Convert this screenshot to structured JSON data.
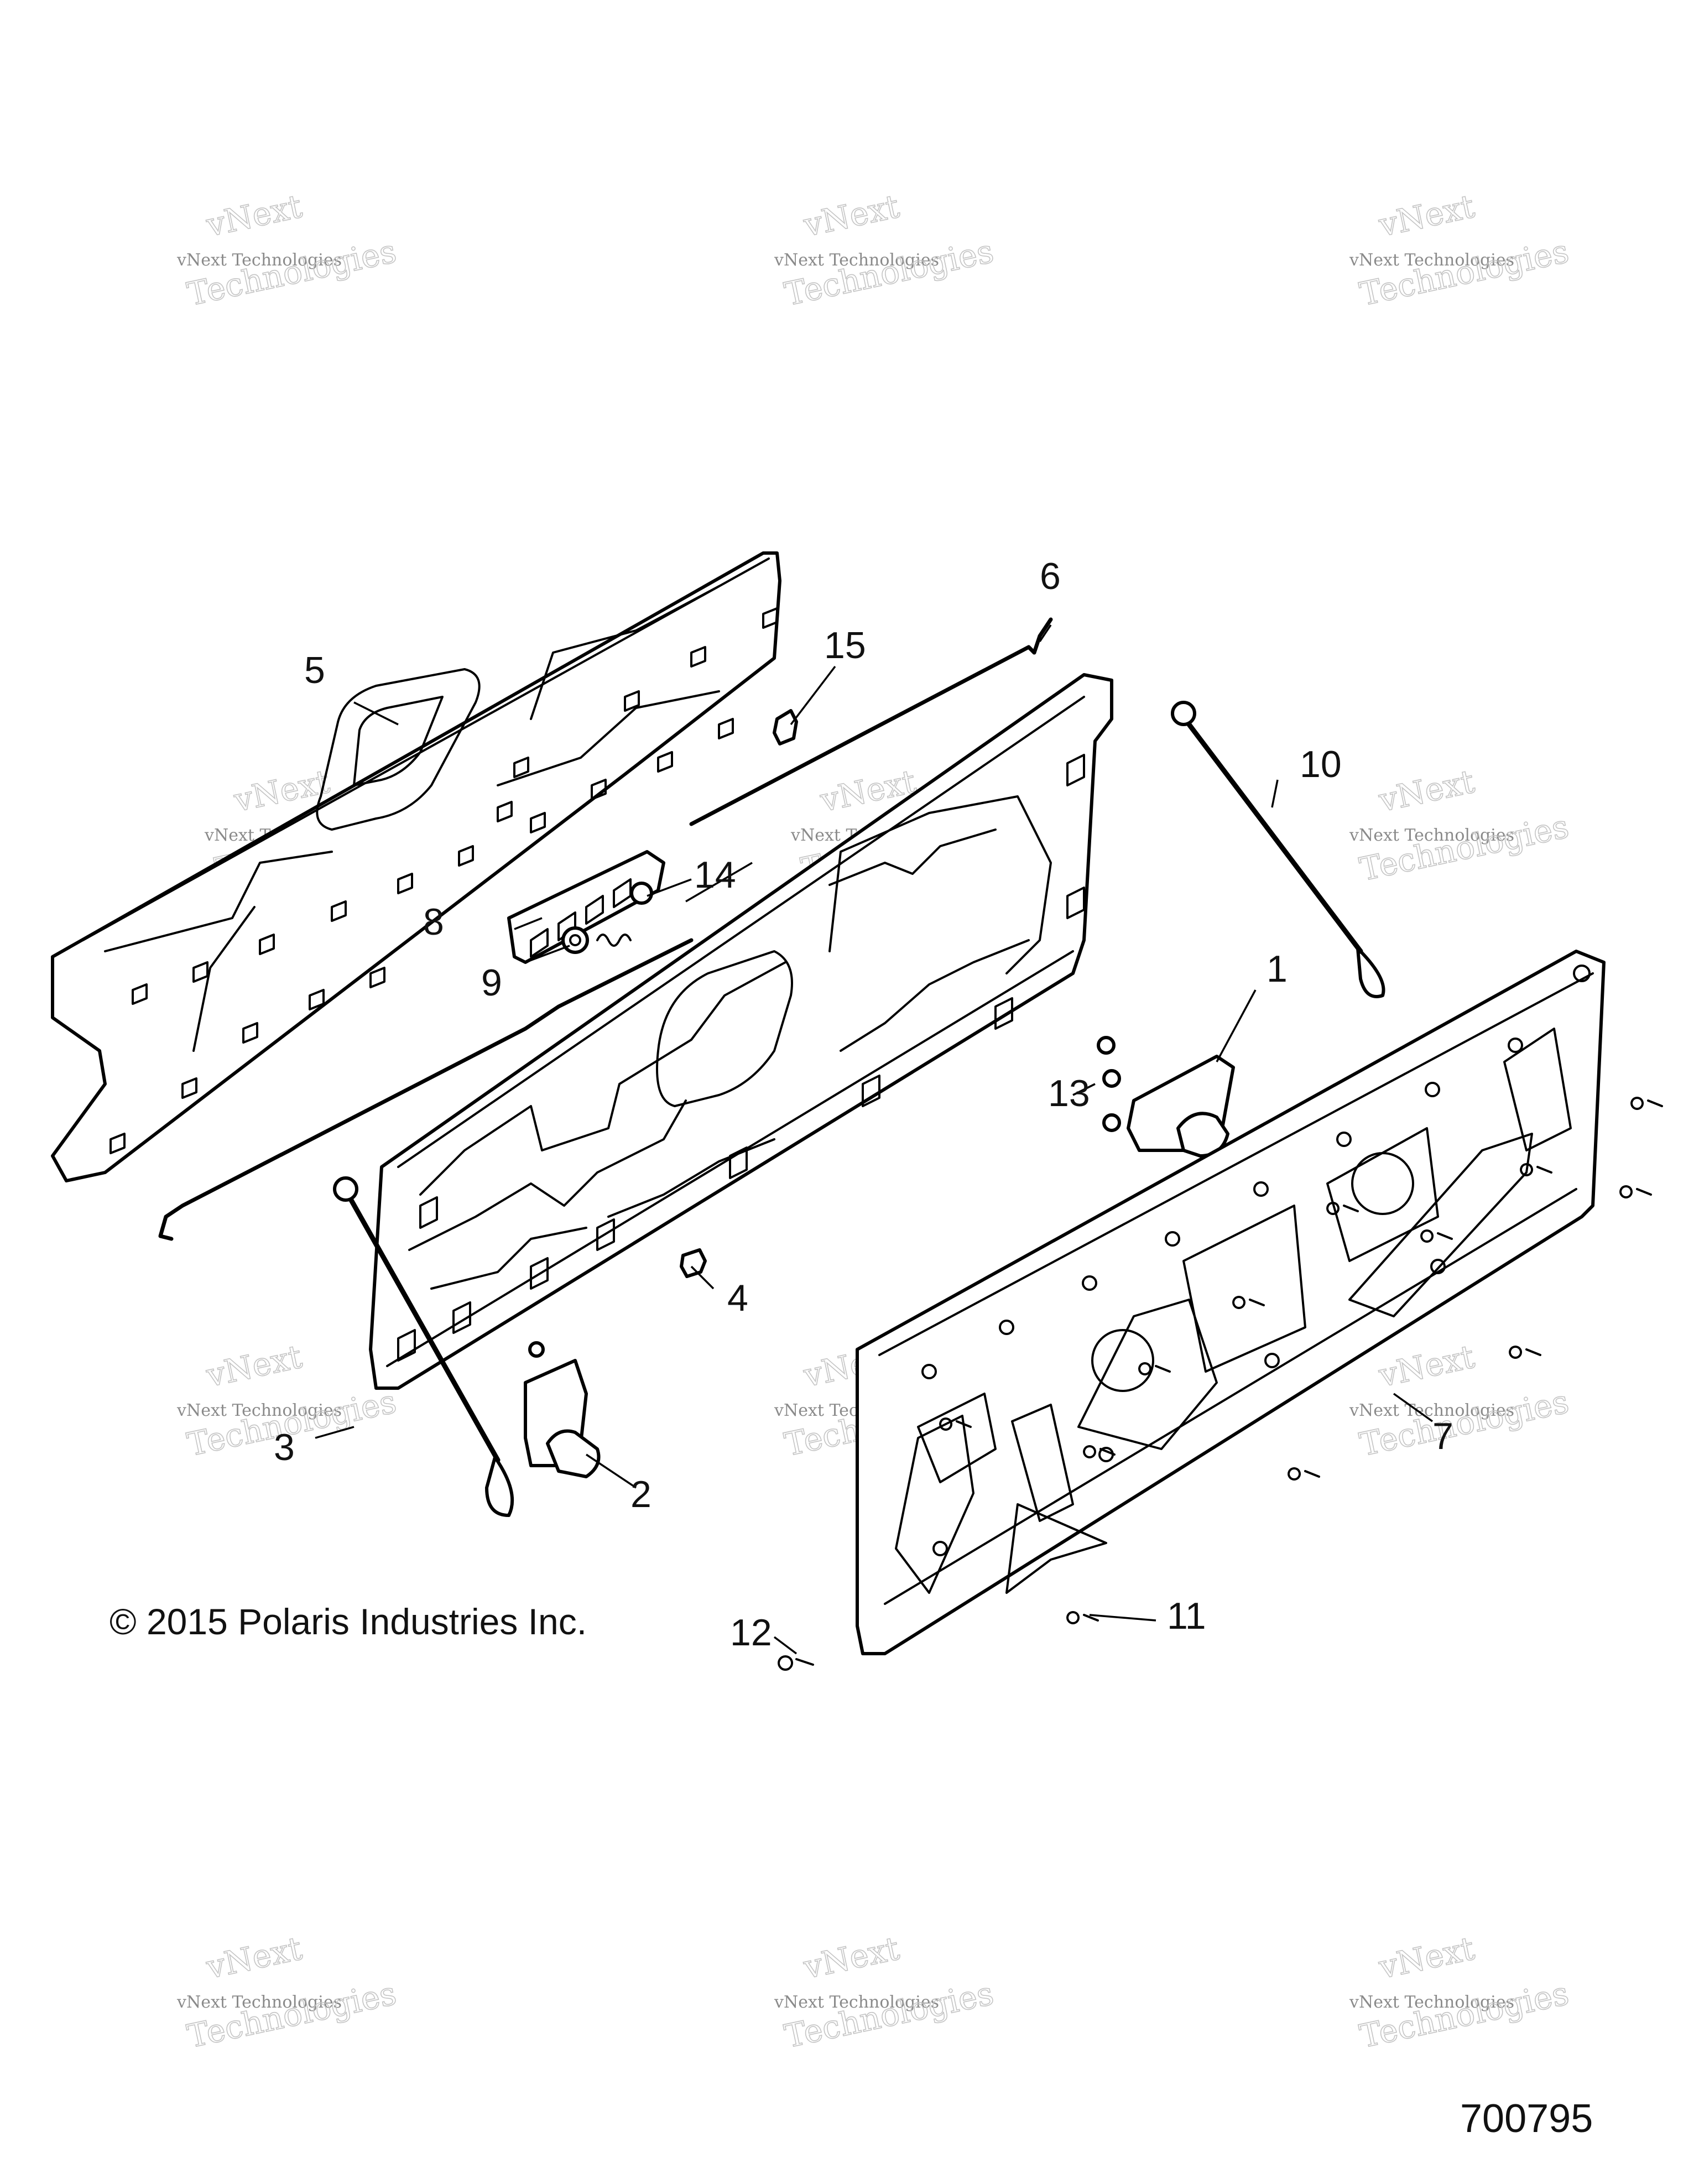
{
  "diagram": {
    "callouts": [
      {
        "id": "1",
        "label": "1"
      },
      {
        "id": "2",
        "label": "2"
      },
      {
        "id": "3",
        "label": "3"
      },
      {
        "id": "4",
        "label": "4"
      },
      {
        "id": "5",
        "label": "5"
      },
      {
        "id": "6",
        "label": "6"
      },
      {
        "id": "7",
        "label": "7"
      },
      {
        "id": "8",
        "label": "8"
      },
      {
        "id": "9",
        "label": "9"
      },
      {
        "id": "10",
        "label": "10"
      },
      {
        "id": "11",
        "label": "11"
      },
      {
        "id": "12",
        "label": "12"
      },
      {
        "id": "13",
        "label": "13"
      },
      {
        "id": "14",
        "label": "14"
      },
      {
        "id": "15",
        "label": "15"
      }
    ],
    "copyright": "© 2015 Polaris Industries Inc.",
    "figure_number": "700795"
  },
  "watermark": {
    "line1": "vNext Technologies",
    "line2a": "vNext",
    "line2b": "Technologies"
  }
}
